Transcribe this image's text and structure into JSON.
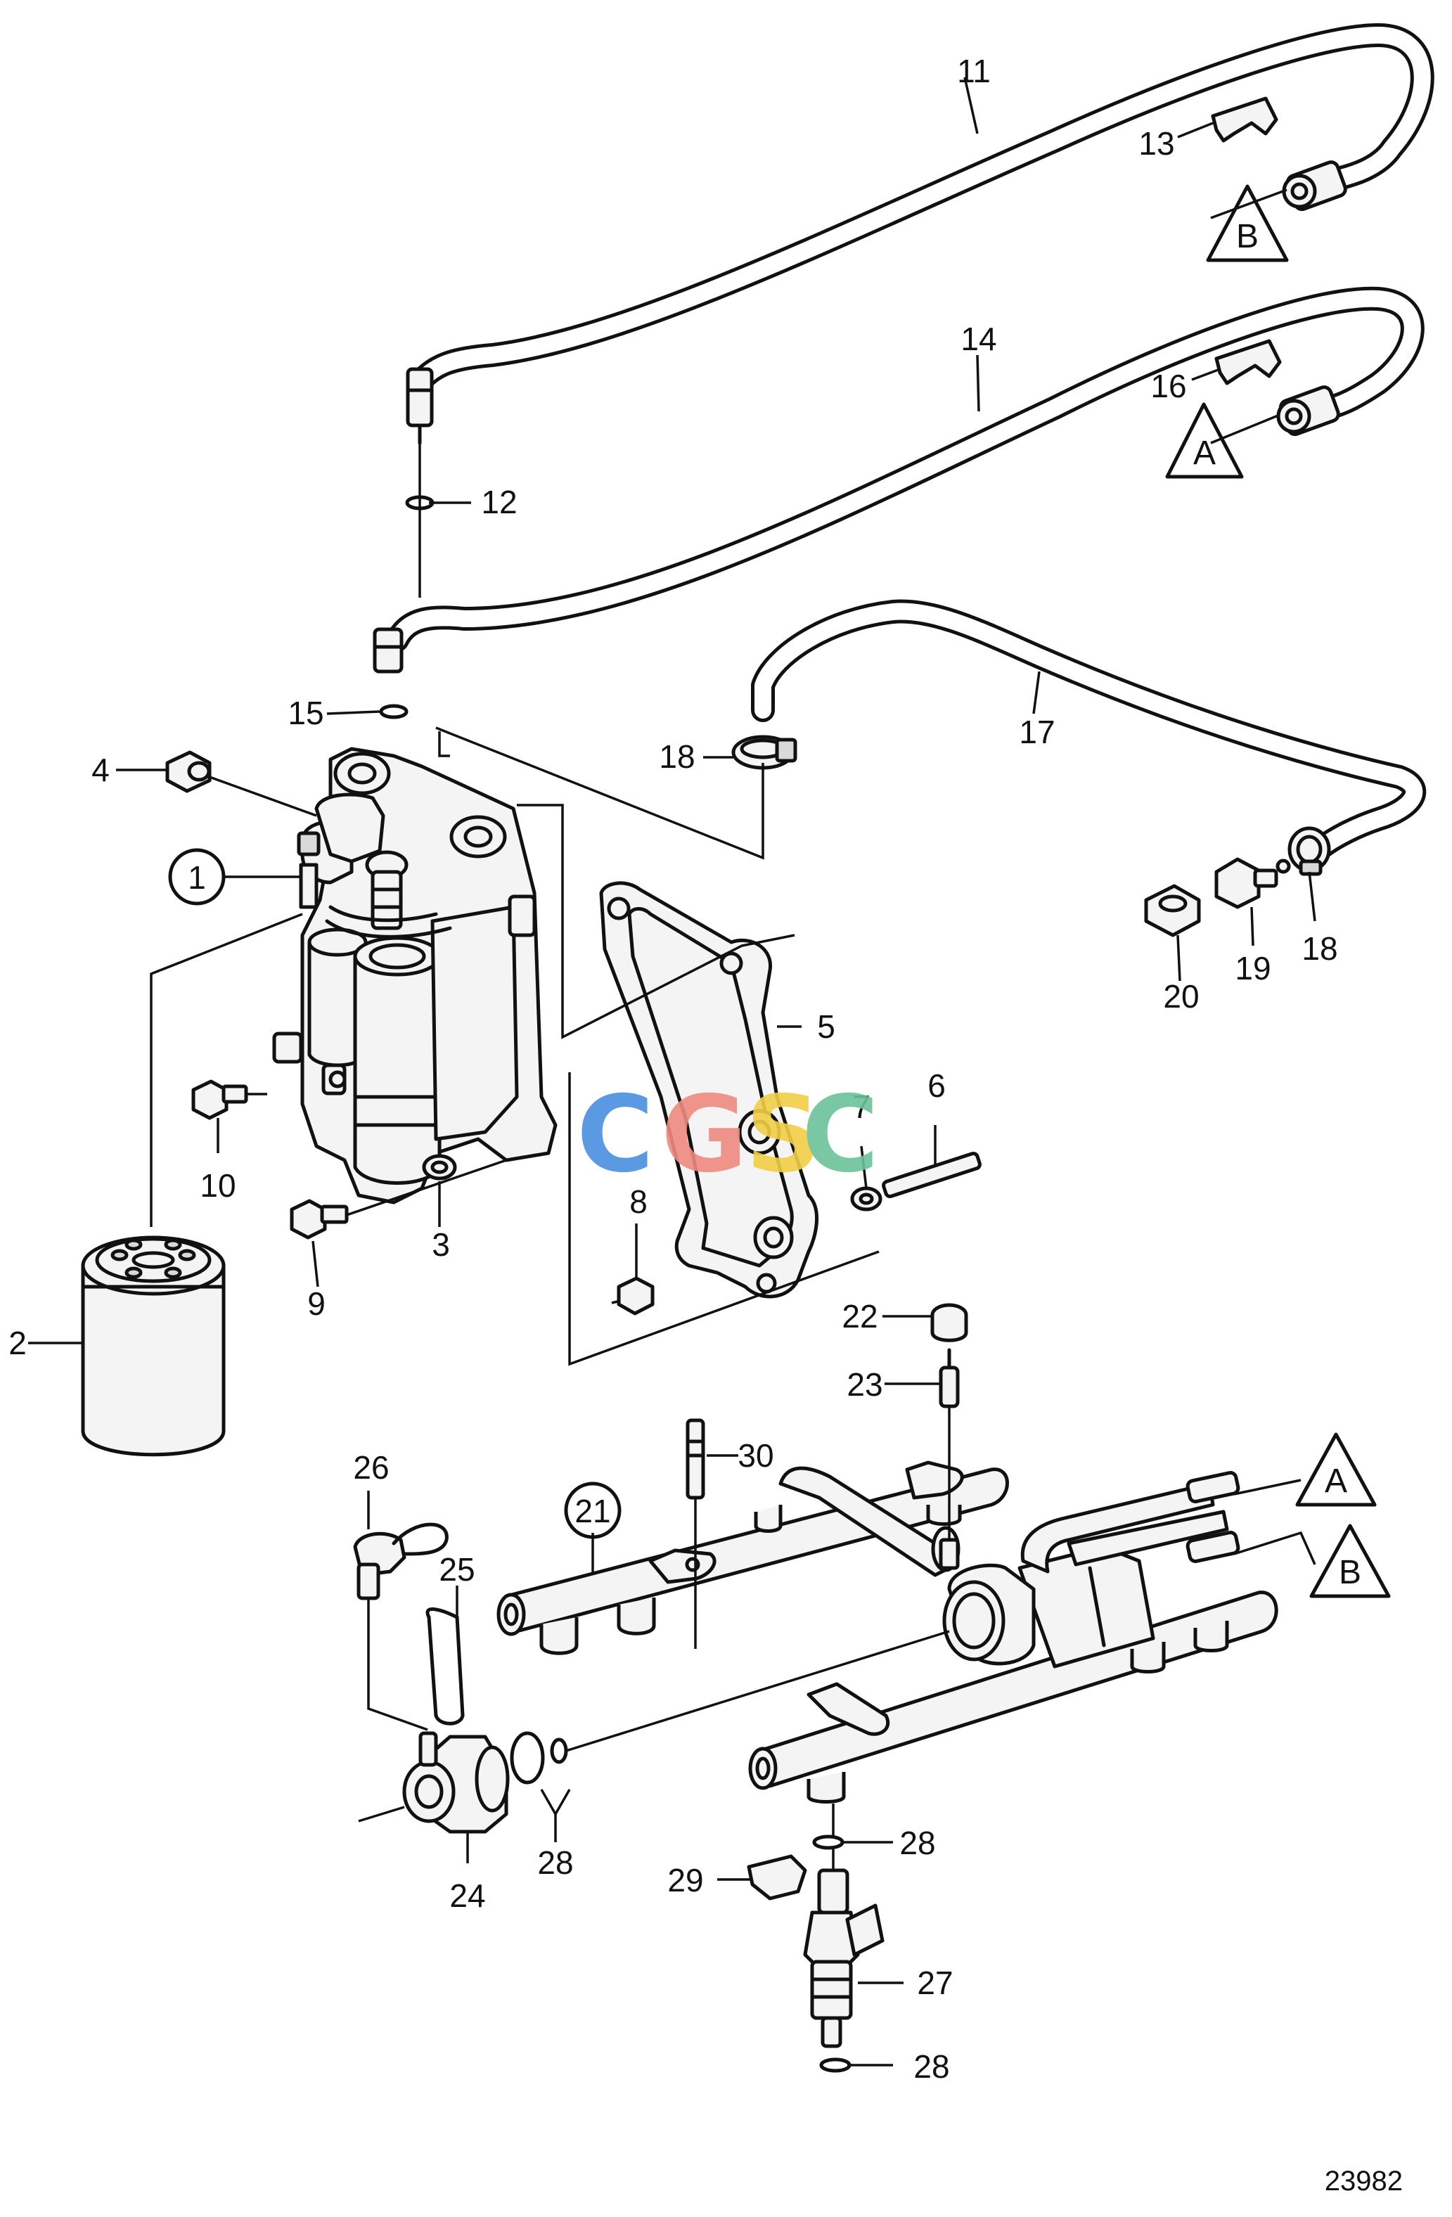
{
  "diagram": {
    "reference_number": "23982",
    "watermark": {
      "letters": [
        "C",
        "G",
        "S",
        "C"
      ],
      "colors": [
        "#4a8fe0",
        "#ef8a80",
        "#f2cf45",
        "#6cc39a"
      ]
    },
    "callouts": [
      "1",
      "2",
      "3",
      "4",
      "5",
      "6",
      "7",
      "8",
      "9",
      "10",
      "11",
      "12",
      "13",
      "14",
      "15",
      "16",
      "17",
      "18",
      "18",
      "19",
      "20",
      "21",
      "22",
      "23",
      "24",
      "25",
      "26",
      "27",
      "28",
      "28",
      "28",
      "29",
      "30"
    ],
    "connectors": [
      "A",
      "B",
      "A",
      "B"
    ]
  }
}
